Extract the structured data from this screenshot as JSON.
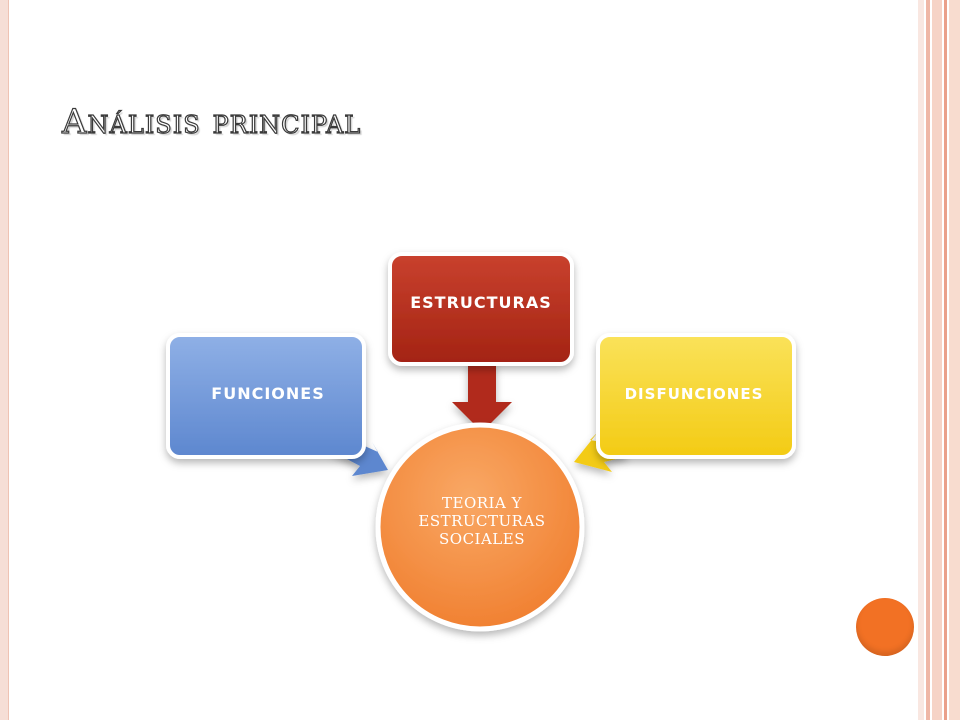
{
  "slide": {
    "title": "Análisis principal"
  },
  "diagram": {
    "center": {
      "label_lines": [
        "TEORIA Y",
        "ESTRUCTURAS",
        "SOCIALES"
      ],
      "color": "#f5883c"
    },
    "nodes": [
      {
        "id": "funciones",
        "label": "FUNCIONES",
        "color": "#6d96d6"
      },
      {
        "id": "estructuras",
        "label": "ESTRUCTURAS",
        "color": "#b32a1a"
      },
      {
        "id": "disfunciones",
        "label": "DISFUNCIONES",
        "color": "#f5d31f"
      }
    ]
  },
  "theme": {
    "accent": "#f27124",
    "stripe_light": "#f6ddd4",
    "stripe_mid": "#efb7a6"
  }
}
